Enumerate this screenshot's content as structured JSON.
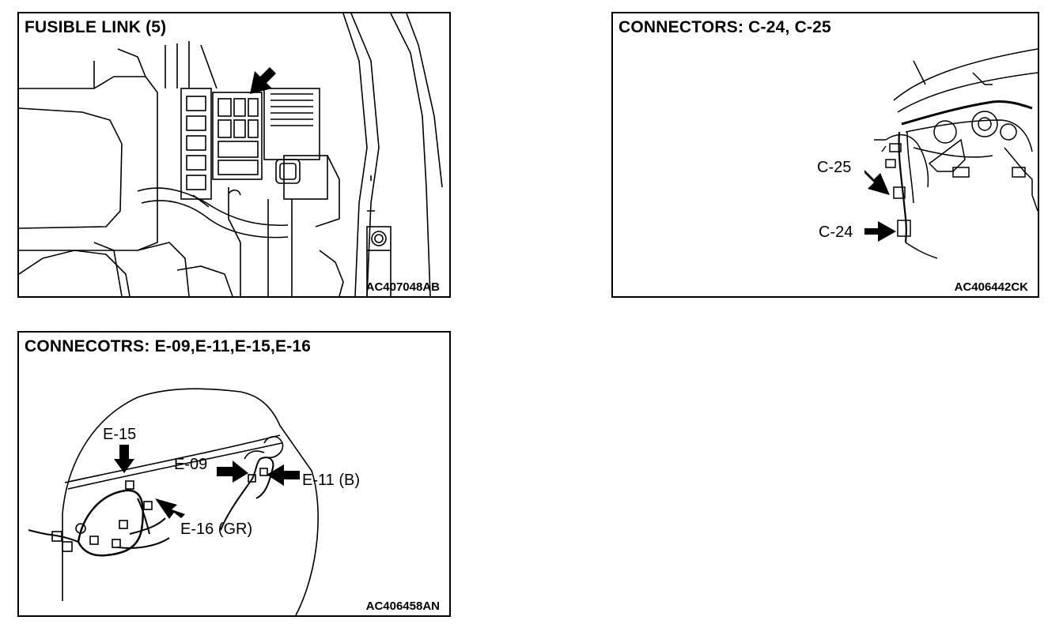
{
  "panels": [
    {
      "title": "FUSIBLE LINK (5)",
      "code": "AC407048AB"
    },
    {
      "title": "CONNECTORS: C-24, C-25",
      "code": "AC406442CK",
      "labels": {
        "c25": "C-25",
        "c24": "C-24"
      }
    },
    {
      "title": "CONNECOTRS: E-09,E-11,E-15,E-16",
      "code": "AC406458AN",
      "labels": {
        "e15": "E-15",
        "e09": "E-09",
        "e11": "E-11 (B)",
        "e16": "E-16 (GR)"
      }
    }
  ]
}
